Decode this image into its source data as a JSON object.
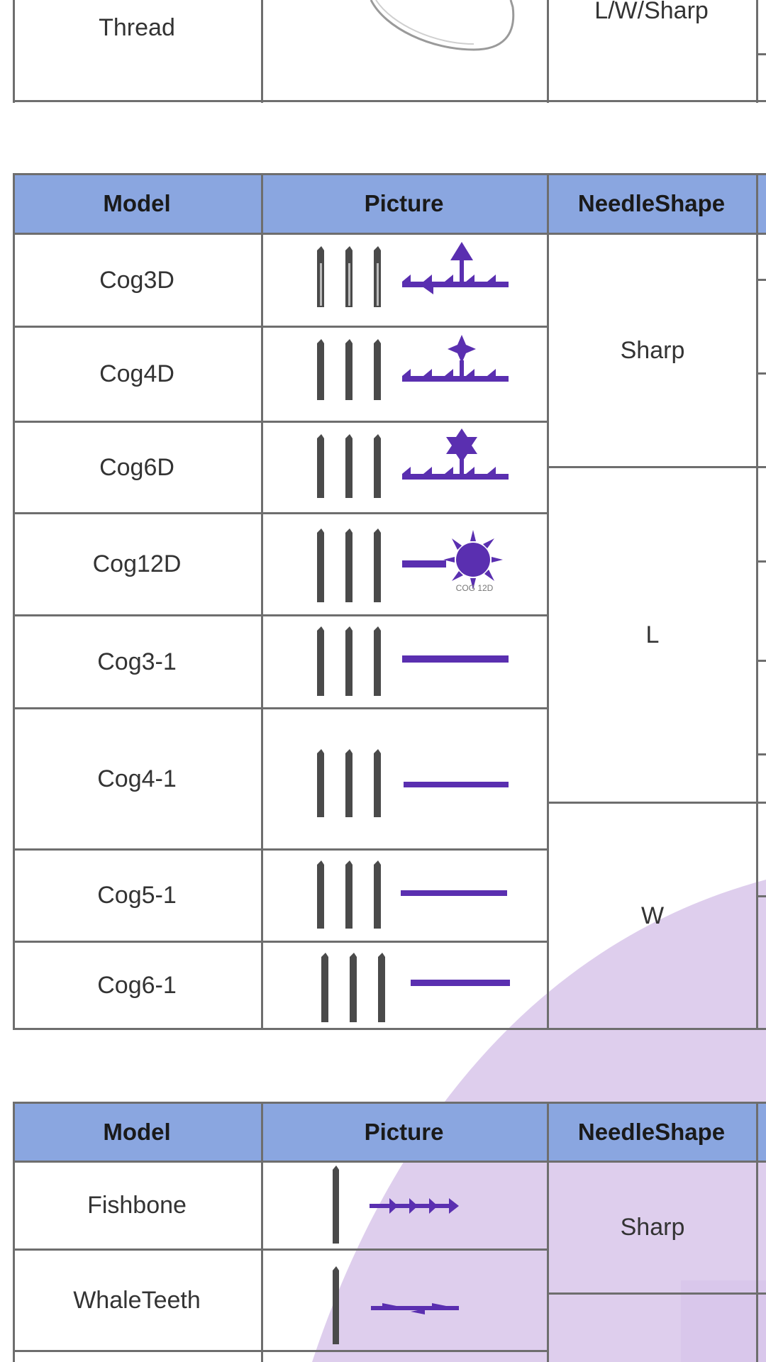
{
  "colors": {
    "header_bg": "#8aa6e0",
    "thread_purple": "#5a2fb0",
    "watermark": "#d8c6ea"
  },
  "top_table": {
    "model": "Thread",
    "needle_shape": "L/W/Sharp"
  },
  "table1": {
    "headers": {
      "model": "Model",
      "picture": "Picture",
      "needle_shape": "NeedleShape"
    },
    "rows": [
      {
        "model": "Cog3D",
        "picture_icon": "cog3d-thread-icon"
      },
      {
        "model": "Cog4D",
        "picture_icon": "cog4d-thread-icon"
      },
      {
        "model": "Cog6D",
        "picture_icon": "cog6d-thread-icon"
      },
      {
        "model": "Cog12D",
        "picture_icon": "cog12d-thread-icon",
        "picture_caption": "COG 12D"
      },
      {
        "model": "Cog3-1",
        "picture_icon": "cog3-1-thread-icon"
      },
      {
        "model": "Cog4-1",
        "picture_icon": "cog4-1-thread-icon"
      },
      {
        "model": "Cog5-1",
        "picture_icon": "cog5-1-thread-icon"
      },
      {
        "model": "Cog6-1",
        "picture_icon": "cog6-1-thread-icon"
      }
    ],
    "needle_groups": [
      "Sharp",
      "L",
      "W"
    ]
  },
  "table2": {
    "headers": {
      "model": "Model",
      "picture": "Picture",
      "needle_shape": "NeedleShape"
    },
    "rows": [
      {
        "model": "Fishbone",
        "picture_icon": "fishbone-thread-icon"
      },
      {
        "model": "WhaleTeeth",
        "picture_icon": "whaleteeth-thread-icon"
      }
    ],
    "needle_groups": [
      "Sharp"
    ]
  }
}
